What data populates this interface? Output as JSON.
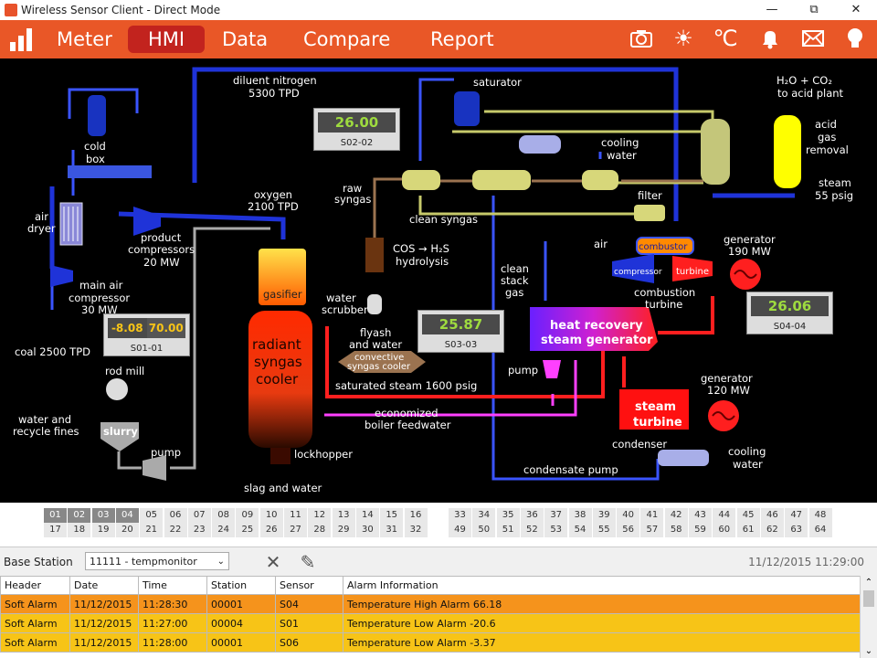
{
  "window": {
    "title": "Wireless Sensor Client - Direct Mode",
    "min": "—",
    "max": "⧉",
    "close": "✕"
  },
  "nav": {
    "items": [
      {
        "label": "Meter",
        "active": false
      },
      {
        "label": "HMI",
        "active": true
      },
      {
        "label": "Data",
        "active": false
      },
      {
        "label": "Compare",
        "active": false
      },
      {
        "label": "Report",
        "active": false
      }
    ],
    "icons": [
      "camera-icon",
      "sun-icon",
      "celsius-icon",
      "bell-icon",
      "mail-icon",
      "bulb-icon"
    ],
    "accent": "#e95727",
    "active_color": "#c2231e"
  },
  "hmi": {
    "labels": {
      "diluent": "diluent nitrogen",
      "diluent_tpd": "5300 TPD",
      "saturator": "saturator",
      "h2o_co2": "H₂O + CO₂",
      "to_acid": "to acid plant",
      "acid": "acid",
      "gas": "gas",
      "removal": "removal",
      "cold": "cold",
      "box": "box",
      "cooling1": "cooling",
      "water1": "water",
      "steam55": "steam",
      "psig55": "55 psig",
      "raw": "raw",
      "syngas": "syngas",
      "oxygen": "oxygen",
      "oxygen_tpd": "2100 TPD",
      "filter": "filter",
      "air_dryer1": "air",
      "air_dryer2": "dryer",
      "clean_syngas": "clean syngas",
      "product": "product",
      "compressors": "compressors",
      "mw20": "20 MW",
      "air": "air",
      "combustor": "combustor",
      "generator1": "generator",
      "mw190": "190 MW",
      "cos": "COS → H₂S",
      "hydrolysis": "hydrolysis",
      "compressor": "compressor",
      "turbine": "turbine",
      "main_air": "main air",
      "compressor2": "compressor",
      "mw30": "30 MW",
      "gasifier": "gasifier",
      "clean_stack1": "clean",
      "clean_stack2": "stack",
      "clean_stack3": "gas",
      "combustion": "combustion",
      "turbine2": "turbine",
      "water_scrubber1": "water",
      "water_scrubber2": "scrubber",
      "radiant1": "radiant",
      "radiant2": "syngas",
      "radiant3": "cooler",
      "hrsg1": "heat recovery",
      "hrsg2": "steam generator",
      "flyash1": "flyash",
      "flyash2": "and water",
      "convective1": "convective",
      "convective2": "syngas cooler",
      "coal": "coal 2500 TPD",
      "rod_mill": "rod mill",
      "pump1": "pump",
      "generator2": "generator",
      "mw120": "120 MW",
      "sat_steam": "saturated steam 1600 psig",
      "steam_turb1": "steam",
      "steam_turb2": "turbine",
      "water_recycle1": "water and",
      "water_recycle2": "recycle fines",
      "slurry": "slurry",
      "econ1": "economized",
      "econ2": "boiler feedwater",
      "pump2": "pump",
      "condenser": "condenser",
      "cooling2": "cooling",
      "water2": "water",
      "lockhopper": "lockhopper",
      "condensate": "condensate pump",
      "slag": "slag and water"
    },
    "readouts": [
      {
        "id": "S02-02",
        "value": "26.00"
      },
      {
        "id": "S04-04",
        "value": "26.06"
      },
      {
        "id": "S03-03",
        "value": "25.87"
      }
    ],
    "dual_readout": {
      "id": "S01-01",
      "value_low": "-8.08",
      "value_high": "70.00"
    }
  },
  "sensor_grid": {
    "row1a": [
      "01",
      "02",
      "03",
      "04",
      "05",
      "06",
      "07",
      "08",
      "09",
      "10",
      "11",
      "12",
      "13",
      "14",
      "15",
      "16"
    ],
    "row2a": [
      "17",
      "18",
      "19",
      "20",
      "21",
      "22",
      "23",
      "24",
      "25",
      "26",
      "27",
      "28",
      "29",
      "30",
      "31",
      "32"
    ],
    "row1b": [
      "33",
      "34",
      "35",
      "36",
      "37",
      "38",
      "39",
      "40",
      "41",
      "42",
      "43",
      "44",
      "45",
      "46",
      "47",
      "48"
    ],
    "row2b": [
      "49",
      "50",
      "51",
      "52",
      "53",
      "54",
      "55",
      "56",
      "57",
      "58",
      "59",
      "60",
      "61",
      "62",
      "63",
      "64"
    ],
    "active": [
      "01",
      "02",
      "03",
      "04"
    ]
  },
  "base_station": {
    "label": "Base Station",
    "selected": "11111 - tempmonitor",
    "timestamp": "11/12/2015 11:29:00"
  },
  "alarms": {
    "headers": [
      "Header",
      "Date",
      "Time",
      "Station",
      "Sensor",
      "Alarm Information"
    ],
    "rows": [
      [
        "Soft Alarm",
        "11/12/2015",
        "11:28:30",
        "00001",
        "S04",
        "Temperature High Alarm 66.18"
      ],
      [
        "Soft Alarm",
        "11/12/2015",
        "11:27:00",
        "00004",
        "S01",
        "Temperature Low Alarm -20.6"
      ],
      [
        "Soft Alarm",
        "11/12/2015",
        "11:28:00",
        "00001",
        "S06",
        "Temperature Low Alarm -3.37"
      ]
    ]
  }
}
